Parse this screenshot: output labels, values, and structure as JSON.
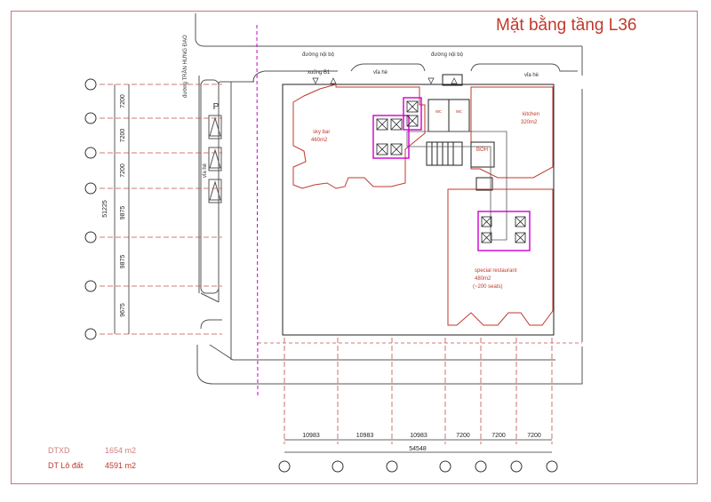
{
  "title": "Mặt bằng tầng L36",
  "labels": {
    "street_name": "đường TRẦN HƯNG ĐẠO",
    "internal_road_1": "đường nội bộ",
    "internal_road_2": "đường nội bộ",
    "basement_ramp": "xuống B1",
    "sidewalk_1": "vỉa hè",
    "sidewalk_2": "vỉa hè",
    "sidewalk_3": "vỉa hè",
    "parking_mark": "P",
    "sky_bar": "sky bar",
    "sky_bar_area": "460m2",
    "kitchen": "kitchen",
    "kitchen_area": "320m2",
    "wc_1": "wc",
    "wc_2": "wc",
    "boh": "BOH",
    "special_restaurant": "special restaurant",
    "special_restaurant_area": "480m2",
    "special_restaurant_seats": "(~200 seats)"
  },
  "left_dimensions": {
    "total": "51225",
    "segments": [
      "7200",
      "7200",
      "7200",
      "9875",
      "9875",
      "9675"
    ]
  },
  "bottom_dimensions": {
    "total": "54548",
    "segments": [
      "10983",
      "10983",
      "10983",
      "7200",
      "7200",
      "7200"
    ]
  },
  "stats": {
    "dtxd_label": "DTXD",
    "dtxd_value": "1654 m2",
    "lot_label": "DT Lô đất",
    "lot_value": "4591 m2"
  },
  "colors": {
    "plan_red": "#c0392b",
    "magenta": "#cc00cc",
    "line_gray": "#555555",
    "grid_red": "#c05050"
  }
}
